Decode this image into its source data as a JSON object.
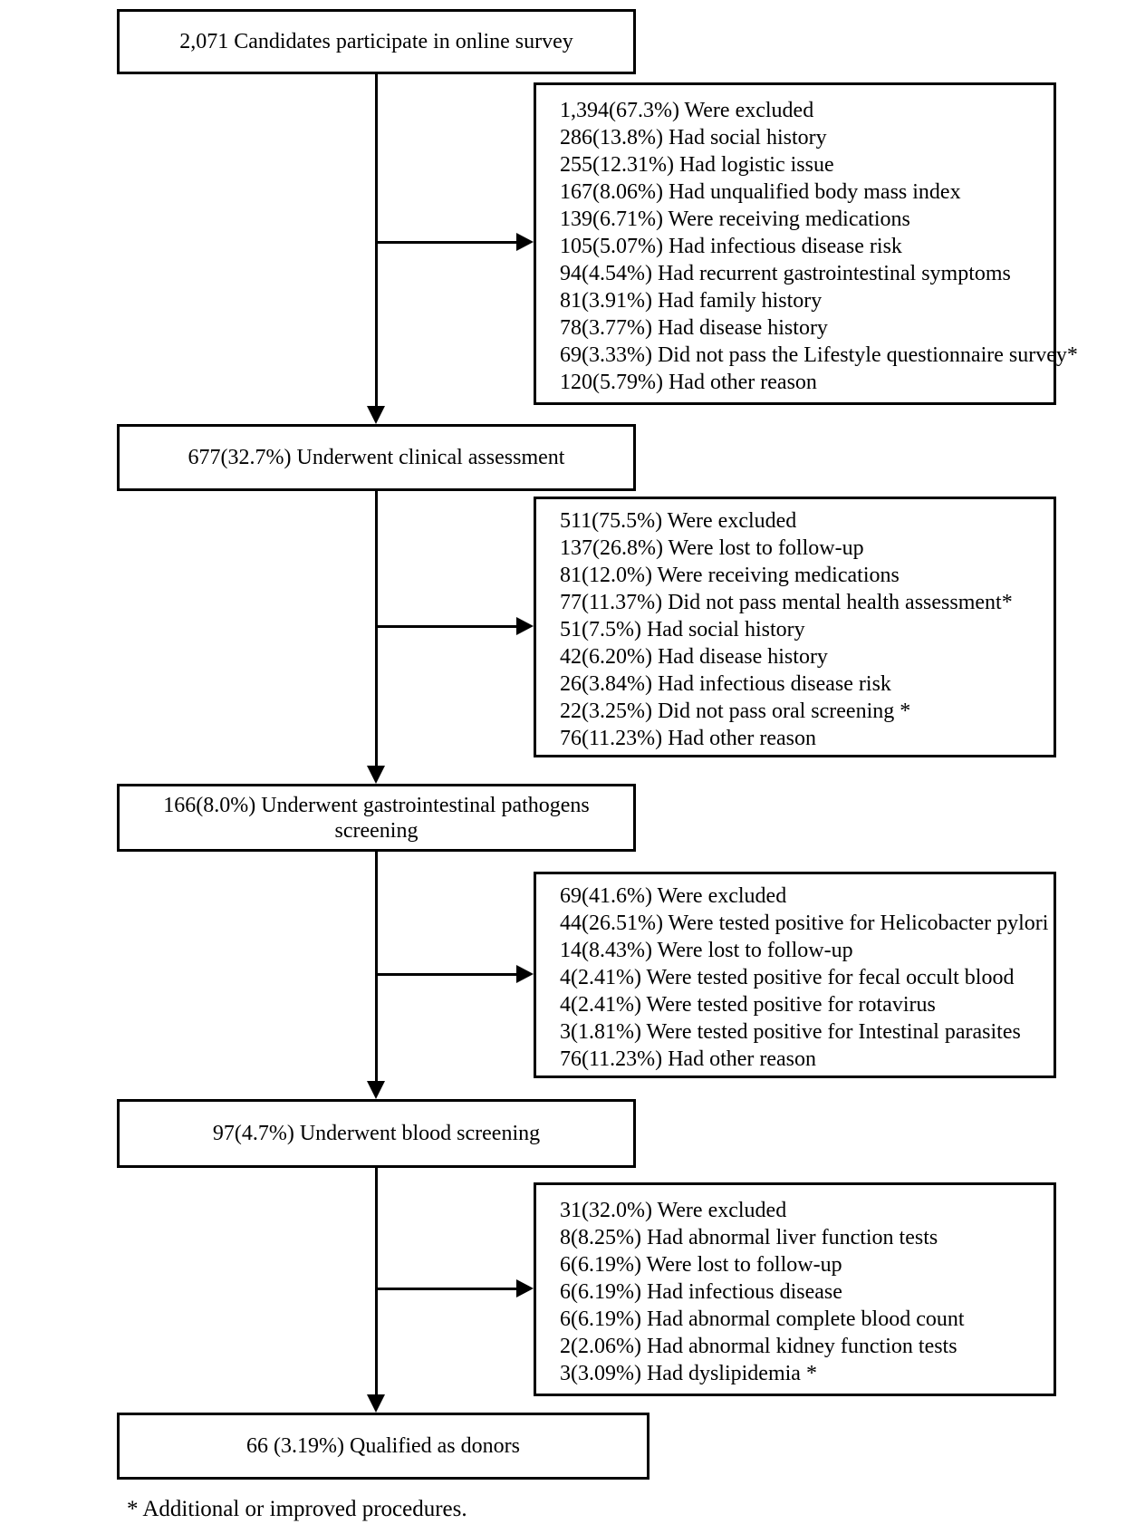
{
  "diagram": {
    "type": "flowchart",
    "colors": {
      "line": "#000000",
      "background": "#ffffff",
      "text": "#000000"
    },
    "nodes": [
      {
        "label": "2,071 Candidates participate in online survey"
      },
      {
        "label": "677(32.7%) Underwent clinical assessment"
      },
      {
        "label": "166(8.0%) Underwent gastrointestinal pathogens screening"
      },
      {
        "label": "97(4.7%) Underwent blood screening"
      },
      {
        "label": "66 (3.19%) Qualified as donors"
      }
    ],
    "exclusions": [
      {
        "lines": [
          "1,394(67.3%) Were excluded",
          "286(13.8%) Had social history",
          "255(12.31%) Had logistic issue",
          "167(8.06%) Had unqualified body mass index",
          "139(6.71%) Were receiving medications",
          "105(5.07%) Had infectious disease risk",
          "94(4.54%) Had recurrent gastrointestinal symptoms",
          "81(3.91%) Had family history",
          "78(3.77%) Had disease history",
          "69(3.33%) Did not pass the Lifestyle questionnaire survey*",
          "120(5.79%) Had other reason"
        ]
      },
      {
        "lines": [
          "511(75.5%) Were excluded",
          "137(26.8%) Were lost to follow-up",
          "81(12.0%) Were receiving medications",
          "77(11.37%) Did not pass mental health assessment*",
          "51(7.5%) Had social history",
          "42(6.20%) Had disease history",
          "26(3.84%) Had infectious disease risk",
          "22(3.25%) Did not pass oral screening *",
          "76(11.23%) Had other reason"
        ]
      },
      {
        "lines": [
          "69(41.6%) Were excluded",
          "44(26.51%) Were tested positive for Helicobacter pylori",
          "14(8.43%) Were lost to follow-up",
          "4(2.41%) Were tested positive for fecal occult blood",
          "4(2.41%) Were tested positive for rotavirus",
          "3(1.81%) Were tested positive for Intestinal parasites",
          "76(11.23%) Had other reason"
        ]
      },
      {
        "lines": [
          "31(32.0%) Were excluded",
          "8(8.25%) Had abnormal liver function tests",
          "6(6.19%) Were lost to follow-up",
          "6(6.19%) Had infectious disease",
          "6(6.19%) Had abnormal complete blood count",
          "2(2.06%) Had abnormal kidney function tests",
          "3(3.09%) Had dyslipidemia *"
        ]
      }
    ],
    "footnote": "* Additional or improved procedures."
  }
}
